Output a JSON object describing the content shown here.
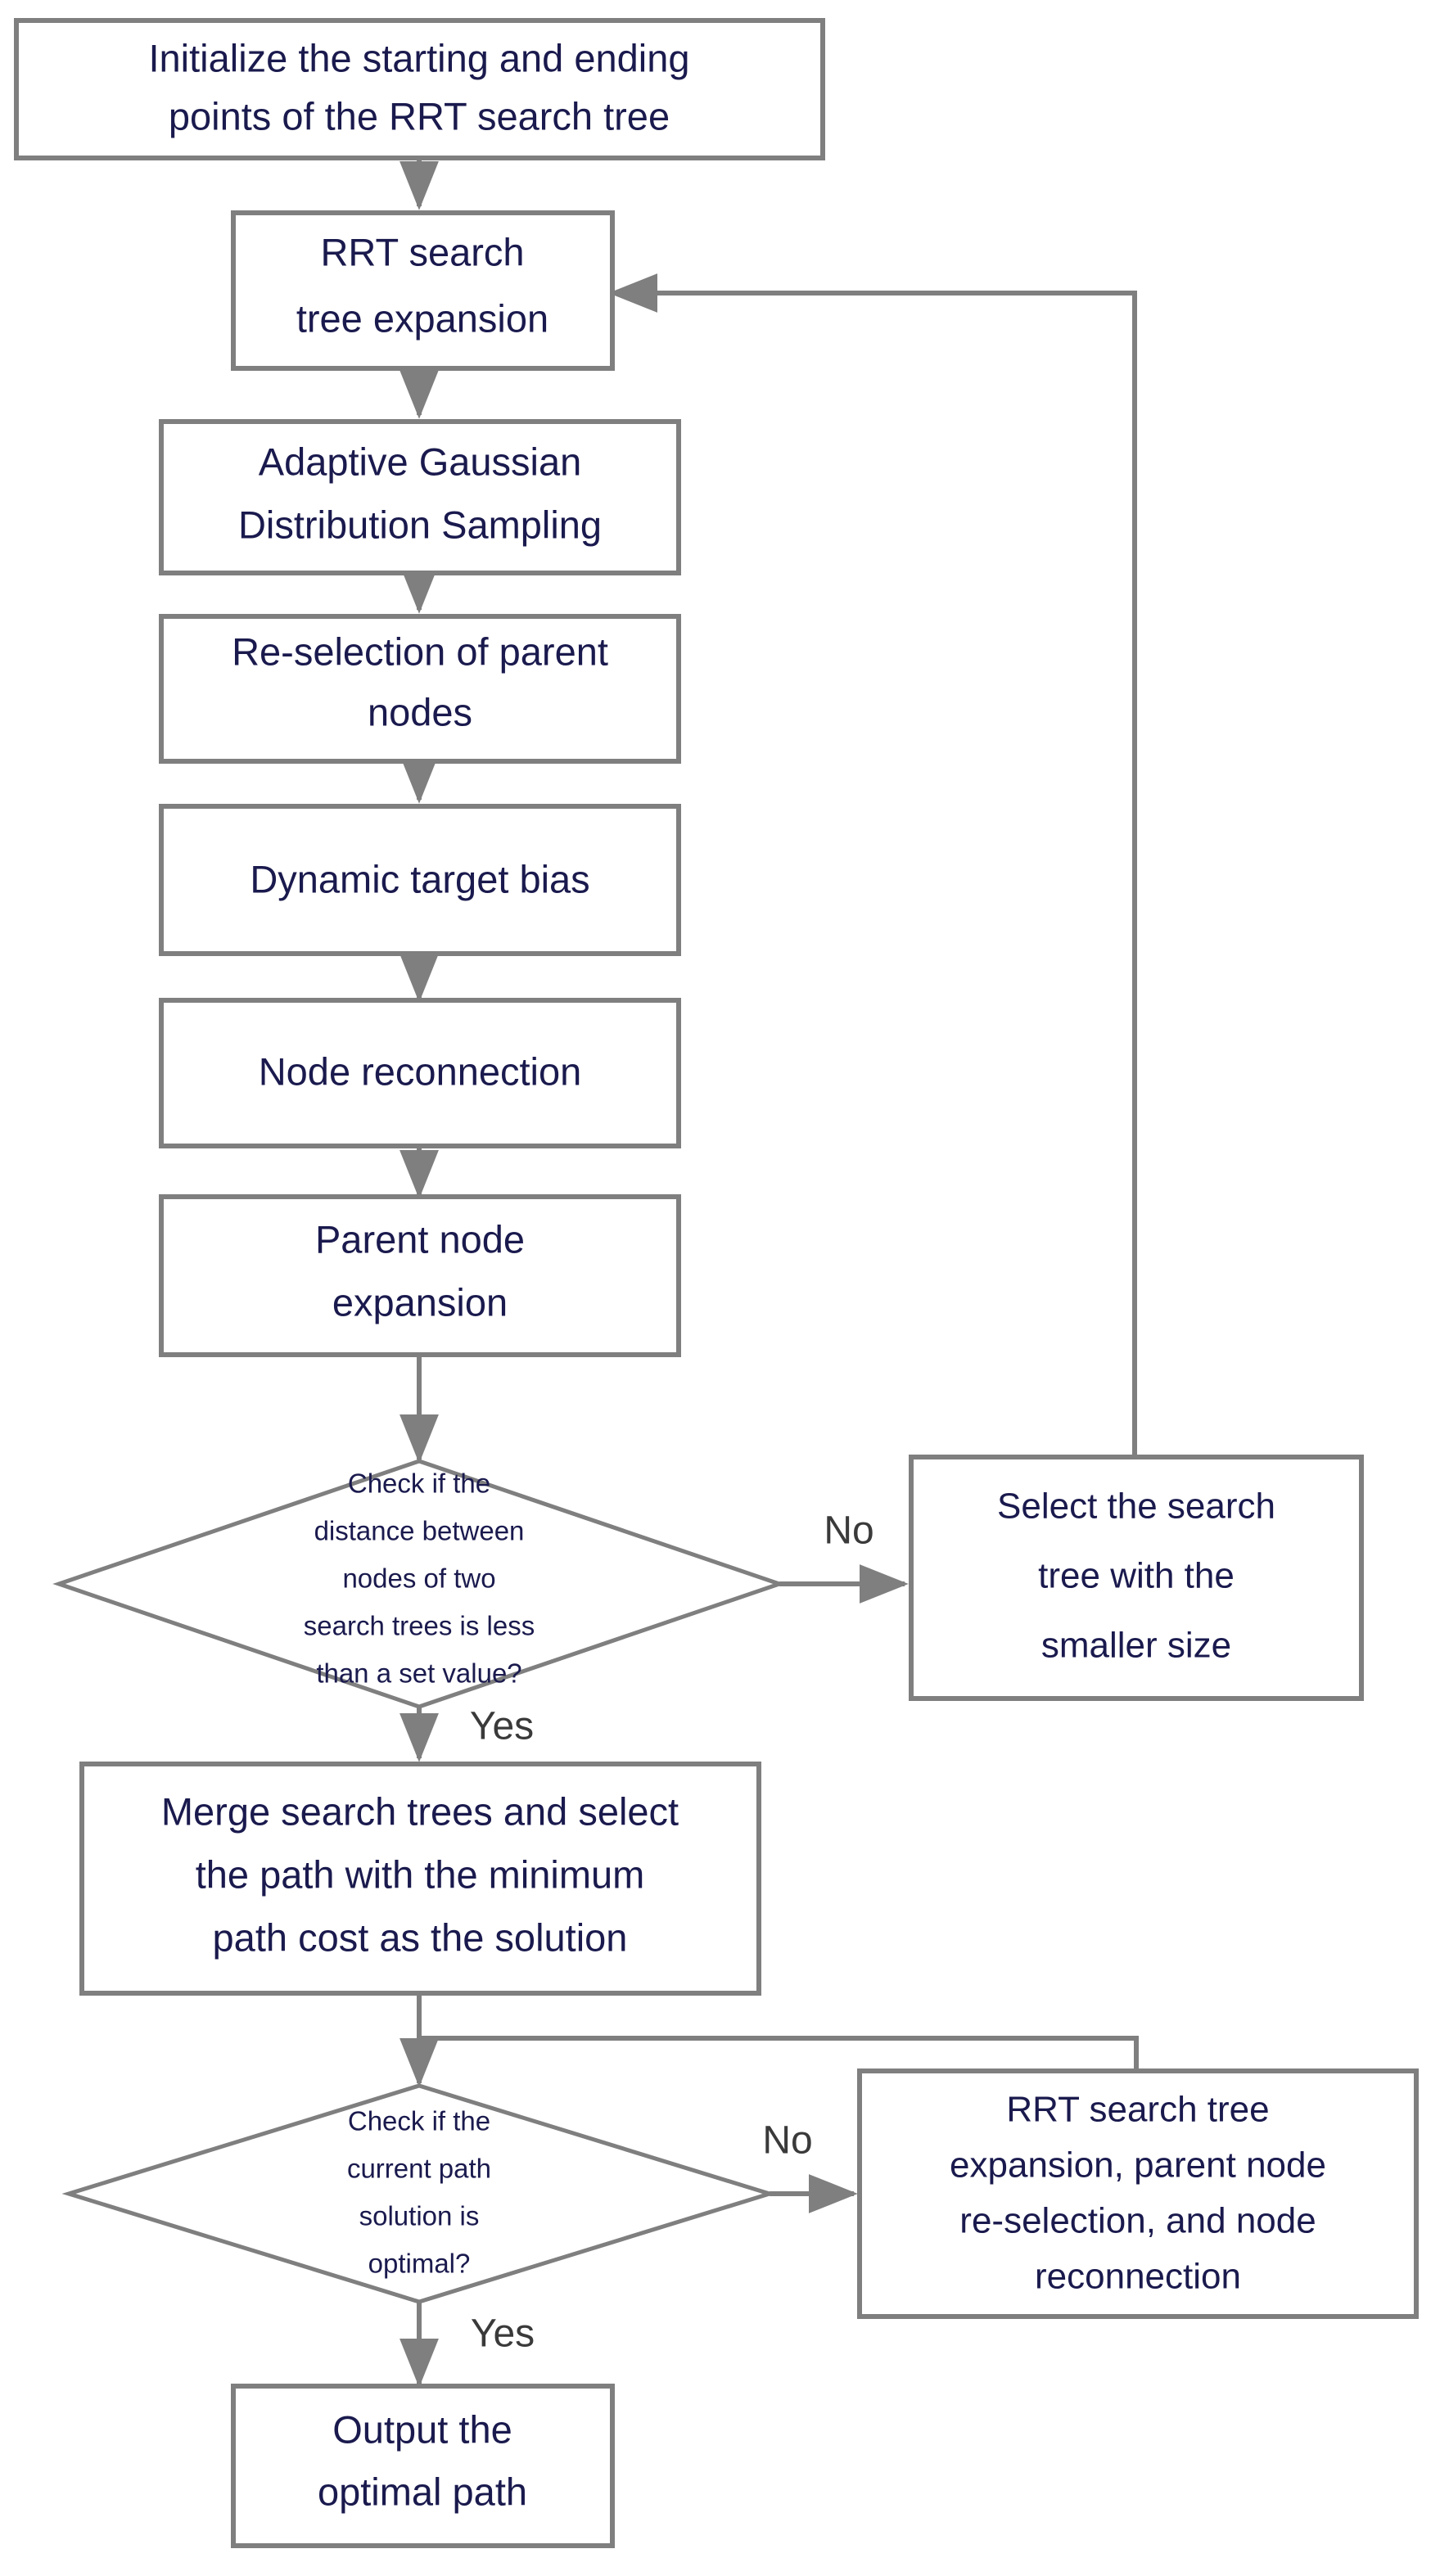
{
  "diagram": {
    "type": "flowchart",
    "title": "Improved bidirectional RRT path planning algorithm flowchart",
    "nodes": [
      {
        "id": "init",
        "shape": "process",
        "lines": [
          "Initialize the starting and ending",
          "points of the RRT search tree"
        ]
      },
      {
        "id": "expand",
        "shape": "process",
        "lines": [
          "RRT search",
          "tree expansion"
        ]
      },
      {
        "id": "sampling",
        "shape": "process",
        "lines": [
          "Adaptive Gaussian",
          "Distribution Sampling"
        ]
      },
      {
        "id": "reselect",
        "shape": "process",
        "lines": [
          "Re-selection of parent",
          "nodes"
        ]
      },
      {
        "id": "bias",
        "shape": "process",
        "lines": [
          "Dynamic target bias"
        ]
      },
      {
        "id": "reconnect",
        "shape": "process",
        "lines": [
          "Node reconnection"
        ]
      },
      {
        "id": "parentexp",
        "shape": "process",
        "lines": [
          "Parent node",
          "expansion"
        ]
      },
      {
        "id": "check1",
        "shape": "decision",
        "lines": [
          "Check if the",
          "distance between",
          "nodes of two",
          "search trees is less",
          "than a set value?"
        ]
      },
      {
        "id": "smaller",
        "shape": "process",
        "lines": [
          "Select the search",
          "tree with the",
          "smaller size"
        ]
      },
      {
        "id": "merge",
        "shape": "process",
        "lines": [
          "Merge search trees and select",
          "the path with the minimum",
          "path cost as the solution"
        ]
      },
      {
        "id": "check2",
        "shape": "decision",
        "lines": [
          "Check if the",
          "current path",
          "solution is",
          "optimal?"
        ]
      },
      {
        "id": "refine",
        "shape": "process",
        "lines": [
          "RRT search tree",
          "expansion, parent node",
          "re-selection, and node",
          "reconnection"
        ]
      },
      {
        "id": "output",
        "shape": "process",
        "lines": [
          "Output the",
          "optimal path"
        ]
      }
    ],
    "edges": [
      {
        "from": "init",
        "to": "expand",
        "label": ""
      },
      {
        "from": "expand",
        "to": "sampling",
        "label": ""
      },
      {
        "from": "sampling",
        "to": "reselect",
        "label": ""
      },
      {
        "from": "reselect",
        "to": "bias",
        "label": ""
      },
      {
        "from": "bias",
        "to": "reconnect",
        "label": ""
      },
      {
        "from": "reconnect",
        "to": "parentexp",
        "label": ""
      },
      {
        "from": "parentexp",
        "to": "check1",
        "label": ""
      },
      {
        "from": "check1",
        "to": "smaller",
        "label": "No"
      },
      {
        "from": "check1",
        "to": "merge",
        "label": "Yes"
      },
      {
        "from": "smaller",
        "to": "expand",
        "label": ""
      },
      {
        "from": "merge",
        "to": "check2",
        "label": ""
      },
      {
        "from": "check2",
        "to": "refine",
        "label": "No"
      },
      {
        "from": "check2",
        "to": "output",
        "label": "Yes"
      },
      {
        "from": "merge",
        "to": "refine",
        "label": ""
      }
    ],
    "labels": {
      "no1": "No",
      "yes1": "Yes",
      "no2": "No",
      "yes2": "Yes"
    },
    "colors": {
      "text": "#1a1a4e",
      "border": "#7f7f7f",
      "connector": "#7f7f7f",
      "edge_label": "#3a3a3a",
      "background": "#ffffff"
    }
  }
}
